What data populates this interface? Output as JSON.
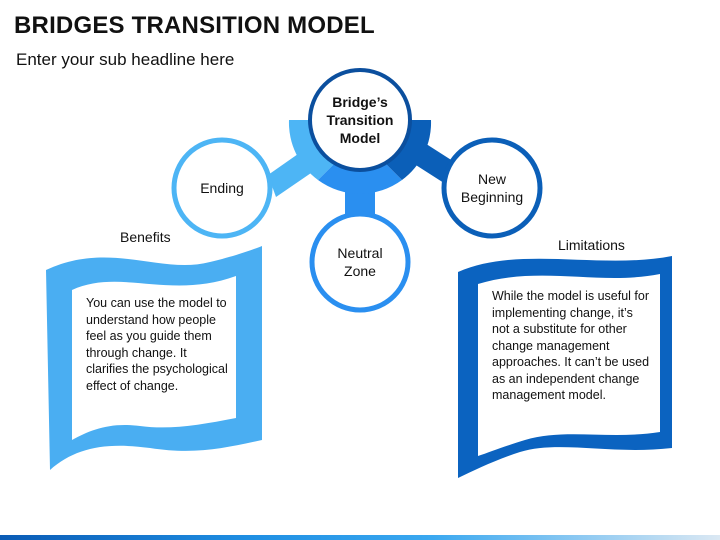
{
  "header": {
    "title": "BRIDGES TRANSITION MODEL",
    "subtitle": "Enter your sub headline here"
  },
  "diagram": {
    "center": "Bridge’s Transition Model",
    "nodes": [
      {
        "label": "Ending",
        "color": "#4db5f5"
      },
      {
        "label": "Neutral Zone",
        "color": "#2a8ff0"
      },
      {
        "label": "New Beginning",
        "color": "#0b5fb8"
      }
    ]
  },
  "benefits": {
    "caption": "Benefits",
    "text": "You can use the model to understand how people feel as you guide them through change. It clarifies the psychological effect of change.",
    "color": "#4aaef2"
  },
  "limitations": {
    "caption": "Limitations",
    "text": "While the model is useful for implementing change, it’s not a substitute for other change management approaches. It can’t be used as an independent change management model.",
    "color": "#0b63c0"
  }
}
